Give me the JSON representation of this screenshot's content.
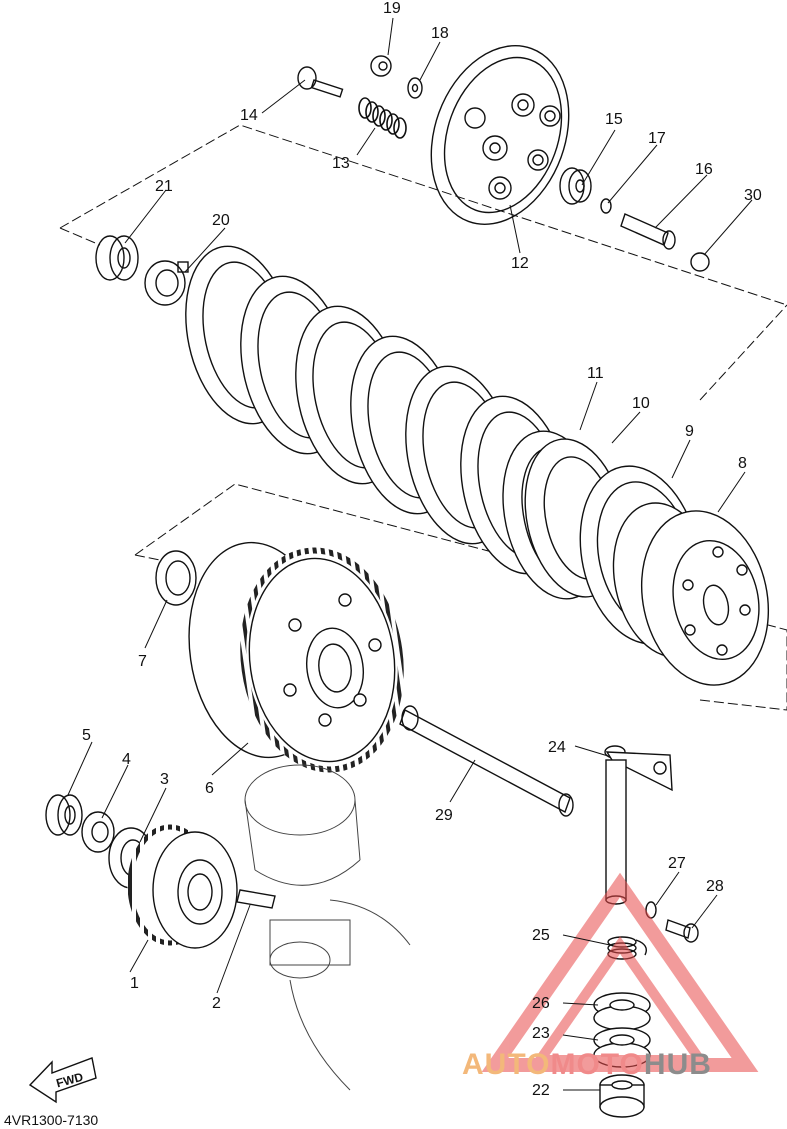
{
  "diagram": {
    "catalog_code": "4VR1300-7130",
    "fwd_label": "FWD",
    "watermark": {
      "part1": "AUTO",
      "part2": "MOTO",
      "part3": "HUB",
      "color_primary": "#e84a4a"
    },
    "callouts": [
      "1",
      "2",
      "3",
      "4",
      "5",
      "6",
      "7",
      "8",
      "9",
      "10",
      "11",
      "12",
      "13",
      "14",
      "15",
      "16",
      "17",
      "18",
      "19",
      "20",
      "21",
      "22",
      "23",
      "24",
      "25",
      "26",
      "27",
      "28",
      "29",
      "30"
    ]
  }
}
